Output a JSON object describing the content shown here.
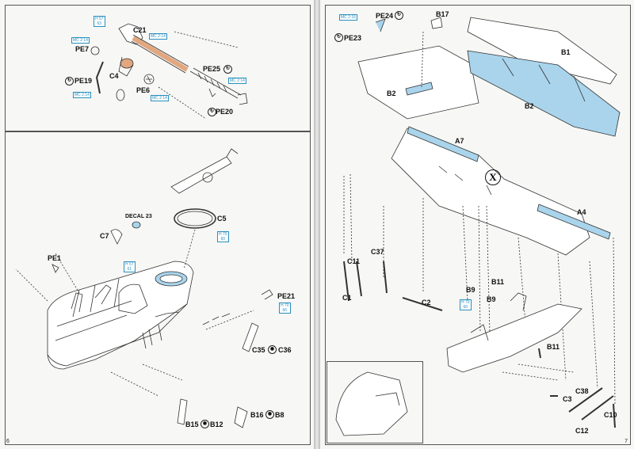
{
  "left_page": {
    "page_number": "6",
    "top_section": {
      "labels": {
        "c21": "C21",
        "pe7": "PE7",
        "c4": "C4",
        "pe19": "PE19",
        "pe6": "PE6",
        "pe25": "PE25",
        "pe20": "PE20"
      },
      "refs": {
        "r1_top": "H 57",
        "r1_bottom": "63",
        "mc214_a": "MC 2:14",
        "mc214_b": "MC 2:14",
        "mc214_c": "MC 2:14",
        "mc214_d": "MC 2:14",
        "mc214_e": "MC 2:14"
      }
    },
    "bottom_section": {
      "labels": {
        "decal": "DECAL 23",
        "c7": "C7",
        "c5": "C5",
        "pe1": "PE1",
        "pe21": "PE21",
        "c35c36": "C35",
        "c36": "C36",
        "b15": "B15",
        "b12": "B12",
        "b16": "B16",
        "b8": "B8"
      },
      "refs": {
        "c5_top": "H 70",
        "c5_bottom": "60",
        "mid_top": "H 57",
        "mid_bottom": "61",
        "pe21_top": "H 70",
        "pe21_bottom": "66"
      }
    }
  },
  "right_page": {
    "page_number": "7",
    "labels": {
      "pe24": "PE24",
      "b17": "B17",
      "pe23": "PE23",
      "b1": "B1",
      "b2a": "B2",
      "b2b": "B2",
      "a7": "A7",
      "x": "X",
      "a4": "A4",
      "c11": "C11",
      "c37": "C37",
      "c1": "C1",
      "c2": "C2",
      "b9a": "B9",
      "b11a": "B11",
      "b9b": "B9",
      "b11b": "B11",
      "c38": "C38",
      "c3": "C3",
      "c10": "C10",
      "c12": "C12"
    },
    "refs": {
      "mc_top": "MC 2:16",
      "b9_top": "H 70",
      "b9_bottom": "60"
    }
  },
  "colors": {
    "paper": "#f7f7f5",
    "line": "#333333",
    "blue_part": "#a9d4ec",
    "blue_ref": "#2a8fbf",
    "copper": "#e2a77f"
  }
}
